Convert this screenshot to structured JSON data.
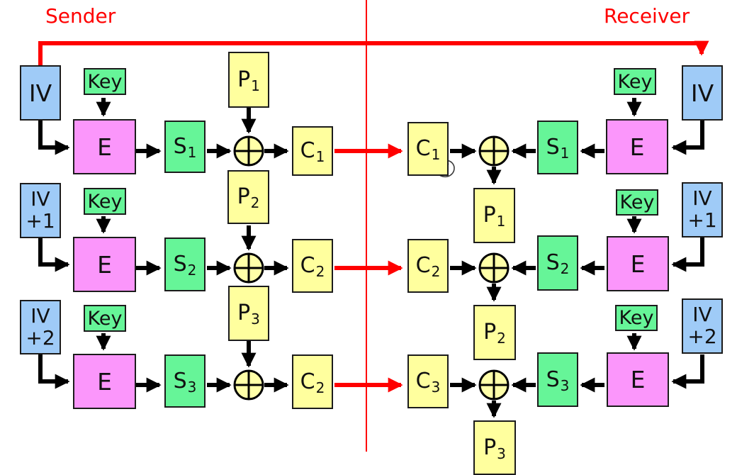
{
  "diagram": {
    "sender_label": "Sender",
    "receiver_label": "Receiver",
    "colors": {
      "iv_fill": "#9FCBF7",
      "key_fill": "#66F598",
      "e_fill": "#FB96FB",
      "data_fill": "#FFFF9E",
      "xor_fill": "#FFFFA8",
      "arrow_black": "#000000",
      "arrow_red": "#FF0000",
      "accent_red": "#FF0000"
    },
    "sender": {
      "row1": {
        "iv": "IV",
        "key": "Key",
        "e": "E",
        "s": "S",
        "s_sub": "1",
        "p": "P",
        "p_sub": "1",
        "c": "C",
        "c_sub": "1"
      },
      "row2": {
        "iv_line1": "IV",
        "iv_line2": "+1",
        "key": "Key",
        "e": "E",
        "s": "S",
        "s_sub": "2",
        "p": "P",
        "p_sub": "2",
        "c": "C",
        "c_sub": "2"
      },
      "row3": {
        "iv_line1": "IV",
        "iv_line2": "+2",
        "key": "Key",
        "e": "E",
        "s": "S",
        "s_sub": "3",
        "p": "P",
        "p_sub": "3",
        "c": "C",
        "c_sub": "2"
      }
    },
    "receiver": {
      "row1": {
        "c": "C",
        "c_sub": "1",
        "s": "S",
        "s_sub": "1",
        "e": "E",
        "key": "Key",
        "iv": "IV",
        "p": "P",
        "p_sub": "1"
      },
      "row2": {
        "c": "C",
        "c_sub": "2",
        "s": "S",
        "s_sub": "2",
        "e": "E",
        "key": "Key",
        "iv_line1": "IV",
        "iv_line2": "+1",
        "p": "P",
        "p_sub": "2"
      },
      "row3": {
        "c": "C",
        "c_sub": "3",
        "s": "S",
        "s_sub": "3",
        "e": "E",
        "key": "Key",
        "iv_line1": "IV",
        "iv_line2": "+2",
        "p": "P",
        "p_sub": "3"
      }
    }
  }
}
